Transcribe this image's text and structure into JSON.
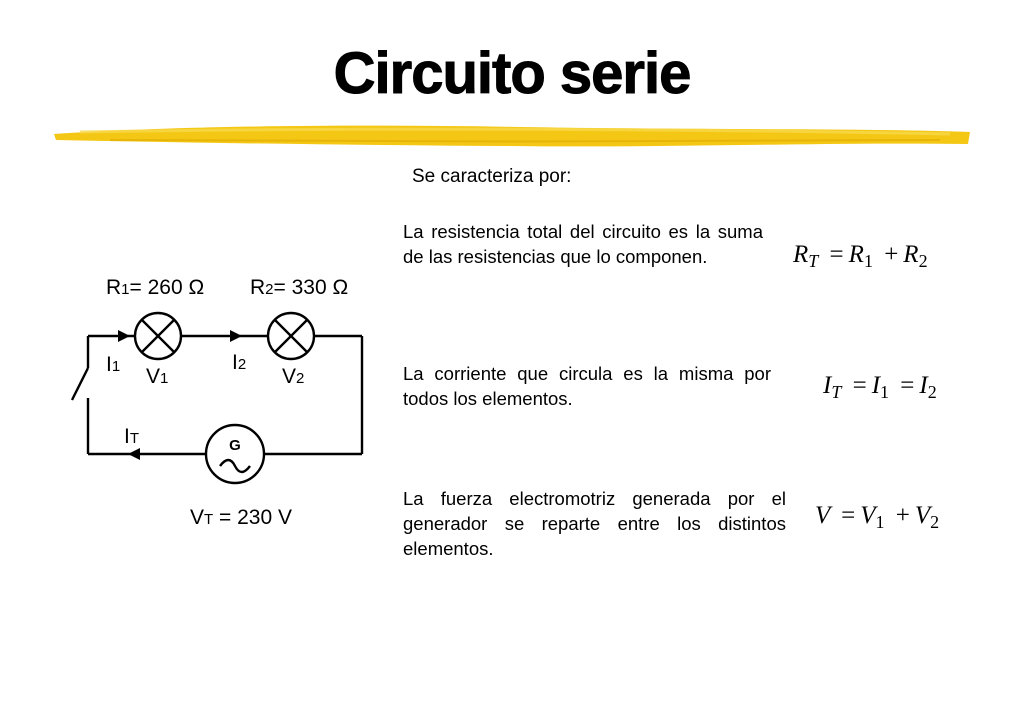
{
  "title": "Circuito serie",
  "subtitle": "Se caracteriza por:",
  "paragraphs": [
    "La resistencia total del circuito es la suma de las resistencias que lo componen.",
    "La corriente que circula es la misma por todos los elementos.",
    "La fuerza electromotriz generada por el generador se reparte entre los distintos elementos."
  ],
  "formulas": {
    "resistance": {
      "lhs": "R",
      "lhs_sub": "T",
      "t1": "R",
      "t1_sub": "1",
      "op": "+",
      "t2": "R",
      "t2_sub": "2",
      "eq": "="
    },
    "current": {
      "lhs": "I",
      "lhs_sub": "T",
      "t1": "I",
      "t1_sub": "1",
      "t2": "I",
      "t2_sub": "2",
      "eq": "="
    },
    "voltage": {
      "lhs": "V",
      "t1": "V",
      "t1_sub": "1",
      "op": "+",
      "t2": "V",
      "t2_sub": "2",
      "eq": "="
    }
  },
  "circuit": {
    "r1_name": "R",
    "r1_sub": "1",
    "r1_value": "= 260 Ω",
    "r2_name": "R",
    "r2_sub": "2",
    "r2_value": "= 330 Ω",
    "i1": "I",
    "i1_sub": "1",
    "i2": "I",
    "i2_sub": "2",
    "v1": "V",
    "v1_sub": "1",
    "v2": "V",
    "v2_sub": "2",
    "it": "I",
    "it_sub": "T",
    "generator_label": "G",
    "vt": "V",
    "vt_sub": "T",
    "vt_value": " = 230 V"
  },
  "colors": {
    "highlight": "#f2c200",
    "ink": "#000000"
  }
}
